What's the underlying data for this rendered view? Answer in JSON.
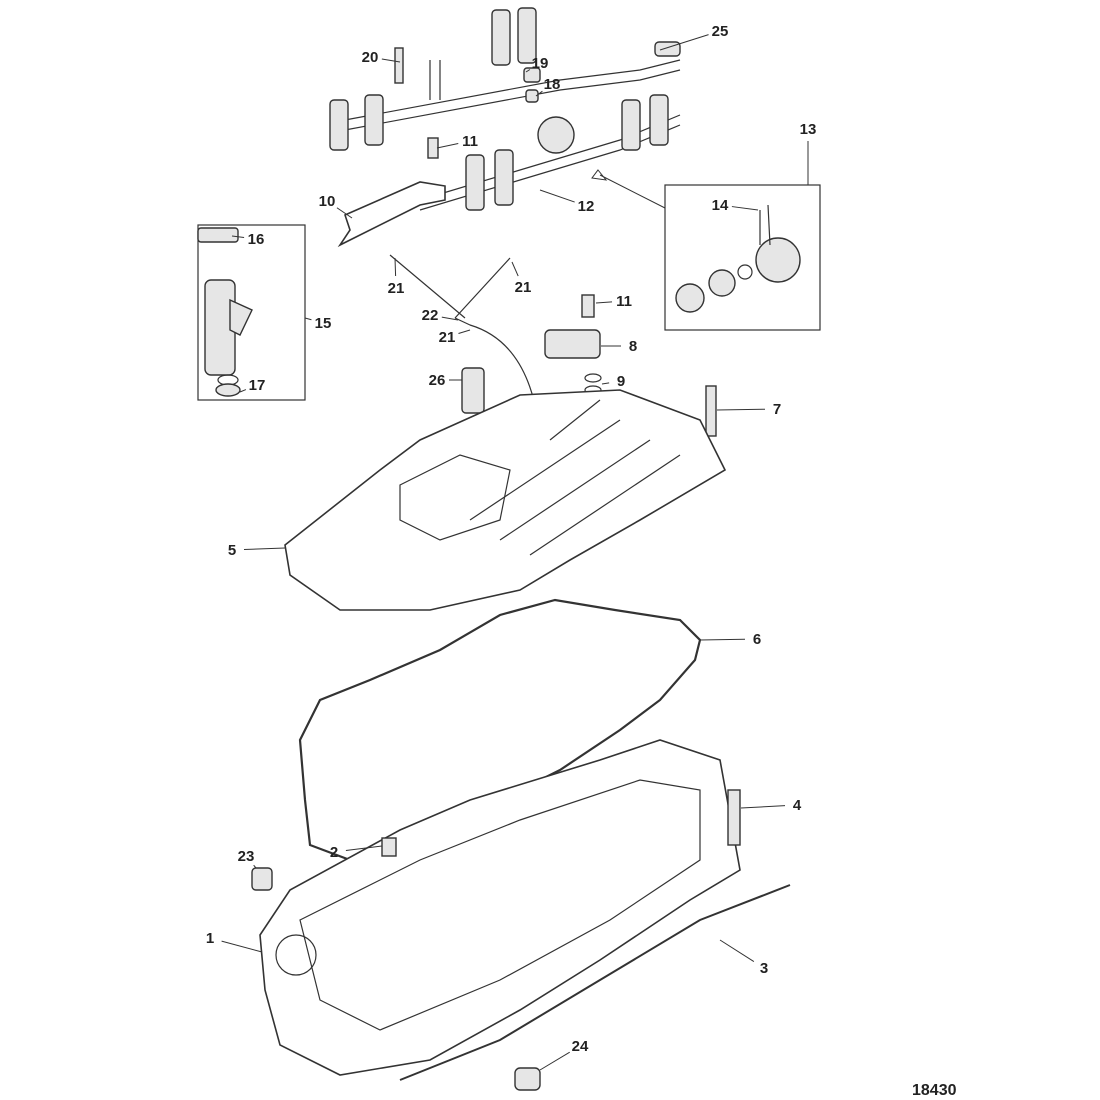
{
  "diagram": {
    "figure_number": "18430",
    "callouts": [
      "25",
      "20",
      "19",
      "18",
      "11",
      "13",
      "14",
      "10",
      "12",
      "16",
      "15",
      "17",
      "21",
      "21",
      "22",
      "21",
      "11",
      "8",
      "9",
      "26",
      "7",
      "5",
      "6",
      "4",
      "2",
      "23",
      "1",
      "3",
      "24"
    ],
    "colors": {
      "line": "#333333",
      "background": "#ffffff"
    }
  }
}
